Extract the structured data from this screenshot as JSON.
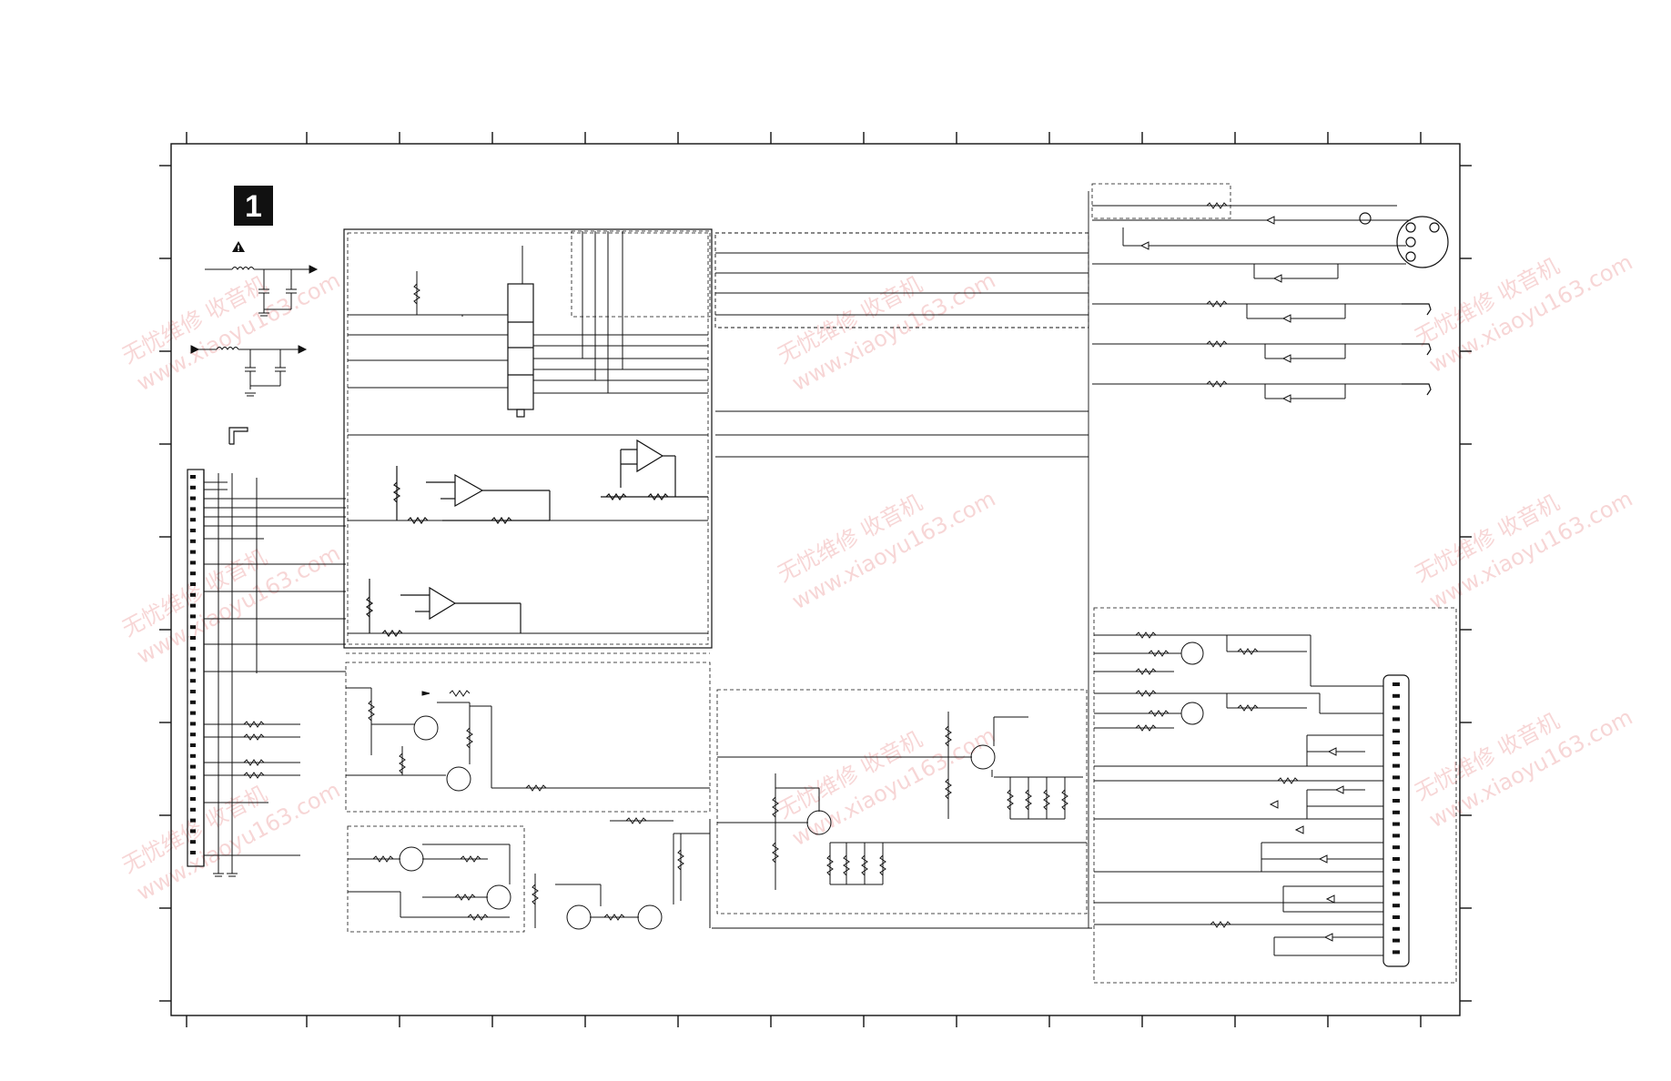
{
  "sheet": {
    "section_label": "1",
    "warning_symbol": "!"
  },
  "watermark": {
    "cn_text": "无忧维修   收音机",
    "url_text": "www.xiaoyu163.com"
  },
  "colors": {
    "line": "#111111",
    "watermark": "#e88a8a",
    "label_bg": "#111111"
  },
  "icons": [
    "warning-triangle-icon",
    "npn-transistor-icon",
    "op-amp-icon",
    "resistor-icon",
    "capacitor-icon",
    "diode-icon",
    "ground-icon",
    "xlr-connector-icon",
    "jack-connector-icon",
    "edge-connector-icon"
  ]
}
